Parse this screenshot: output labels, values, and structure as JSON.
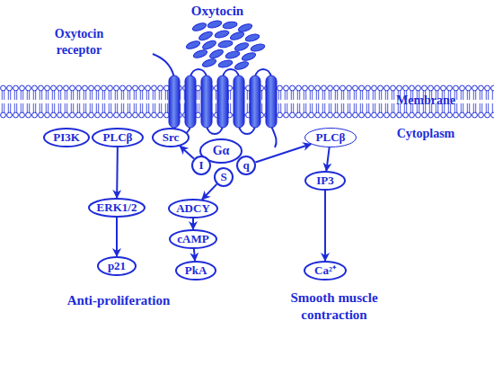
{
  "diagram": {
    "nodes": [
      {
        "text": [
          "Gα"
        ]
      },
      {
        "text": [
          "I"
        ]
      },
      {
        "text": [
          "S"
        ]
      },
      {
        "text": [
          "q"
        ]
      },
      {
        "text": [
          "PI3K"
        ]
      },
      {
        "text": [
          "PLCβ"
        ]
      },
      {
        "text": [
          "Src"
        ]
      },
      {
        "text": [
          "ADCY"
        ]
      },
      {
        "text": [
          "PLCβ"
        ]
      },
      {
        "text": [
          "ERK1/2"
        ]
      },
      {
        "text": [
          "cAMP"
        ]
      },
      {
        "text": [
          "IP3"
        ]
      },
      {
        "text": [
          "p21"
        ]
      },
      {
        "text": [
          "PkA"
        ]
      },
      {
        "text": [
          "Ca²⁺"
        ]
      }
    ],
    "edges": [
      {
        "from": 1,
        "to": 6,
        "arrow": "to"
      },
      {
        "from": 2,
        "to": 7,
        "arrow": "to"
      },
      {
        "from": 3,
        "to": 8,
        "arrow": "to"
      },
      {
        "from": 5,
        "to": 9,
        "arrow": "to"
      },
      {
        "from": 9,
        "to": 12,
        "arrow": "to"
      },
      {
        "from": 7,
        "to": 10,
        "arrow": "to"
      },
      {
        "from": 10,
        "to": 13,
        "arrow": "to"
      },
      {
        "from": 8,
        "to": 11,
        "arrow": "to"
      },
      {
        "from": 11,
        "to": 14,
        "arrow": "to"
      }
    ],
    "labels": [
      "Oxytocin",
      "Oxytocin receptor",
      "Membrane",
      "Cytoplasm",
      "Anti-proliferation",
      "Smooth muscle contraction"
    ]
  }
}
